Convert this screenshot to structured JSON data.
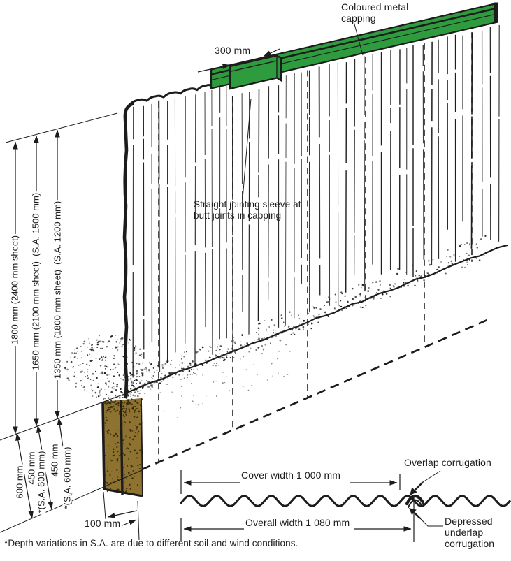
{
  "diagram": {
    "labels": {
      "capping": "Coloured metal capping",
      "sleeve_length": "300 mm",
      "sleeve_note": "Straight jointing sleeve at butt joints in capping",
      "post_embed_width": "100 mm",
      "cover_width": "Cover width 1 000 mm",
      "overall_width": "Overall width 1 080 mm",
      "overlap": "Overlap corrugation",
      "underlap": "Depressed underlap corrugation",
      "footnote": "*Depth variations in S.A. are due to different soil and wind conditions."
    },
    "dims": {
      "above": [
        {
          "label": "1800 mm (2400 mm sheet)"
        },
        {
          "label": "1650 mm (2100 mm sheet)  (S.A. 1500 mm)"
        },
        {
          "label": "1350 mm (1800 mm sheet)  (S.A. 1200 mm)"
        }
      ],
      "below": [
        {
          "label": "600 mm"
        },
        {
          "label": "450 mm",
          "alt": "*(S.A. 600 mm)"
        },
        {
          "label": "450 mm",
          "alt": "*(S.A. 600 mm)"
        }
      ]
    },
    "colors": {
      "capping_green": "#2d9b3e",
      "soil_brown": "#8d7230",
      "speckle_dark": "#2f250c",
      "ink": "#1c1c1c"
    }
  }
}
